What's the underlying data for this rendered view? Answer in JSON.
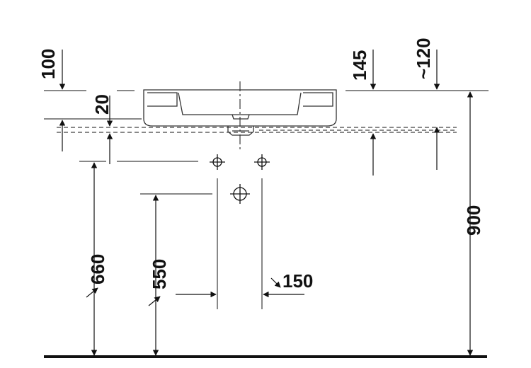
{
  "dimensions": {
    "top_left": "100",
    "basin_depth": "20",
    "right_1": "145",
    "right_2": "~120",
    "height_total": "900",
    "height_left": "660",
    "height_mid": "550",
    "spacing": "150"
  },
  "colors": {
    "line": "#111111",
    "basin": "#333333"
  }
}
